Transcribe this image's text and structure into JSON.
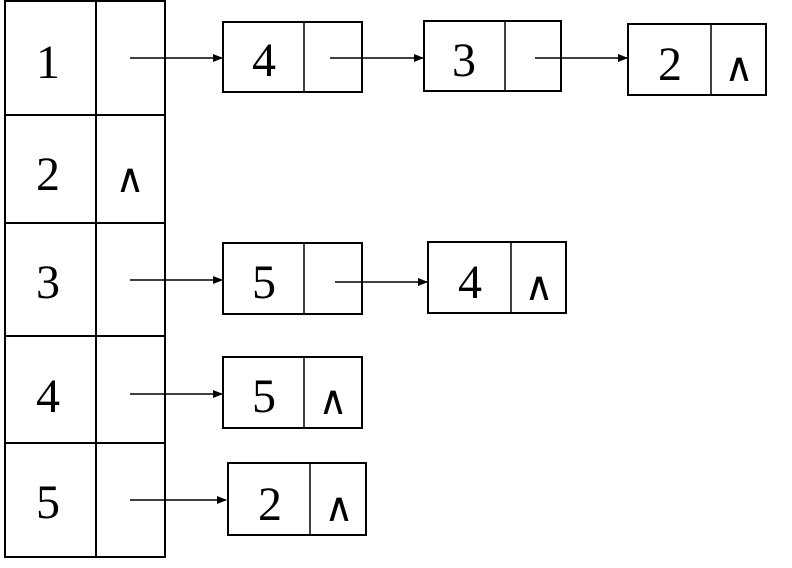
{
  "diagram": {
    "type": "adjacency-list",
    "null_symbol": "∧",
    "head_array": [
      {
        "vertex": "1",
        "is_null": false
      },
      {
        "vertex": "2",
        "is_null": true
      },
      {
        "vertex": "3",
        "is_null": false
      },
      {
        "vertex": "4",
        "is_null": false
      },
      {
        "vertex": "5",
        "is_null": false
      }
    ],
    "lists": [
      {
        "from": "1",
        "nodes": [
          {
            "value": "4",
            "is_null": false
          },
          {
            "value": "3",
            "is_null": false
          },
          {
            "value": "2",
            "is_null": true
          }
        ]
      },
      {
        "from": "3",
        "nodes": [
          {
            "value": "5",
            "is_null": false
          },
          {
            "value": "4",
            "is_null": true
          }
        ]
      },
      {
        "from": "4",
        "nodes": [
          {
            "value": "5",
            "is_null": true
          }
        ]
      },
      {
        "from": "5",
        "nodes": [
          {
            "value": "2",
            "is_null": true
          }
        ]
      }
    ]
  }
}
